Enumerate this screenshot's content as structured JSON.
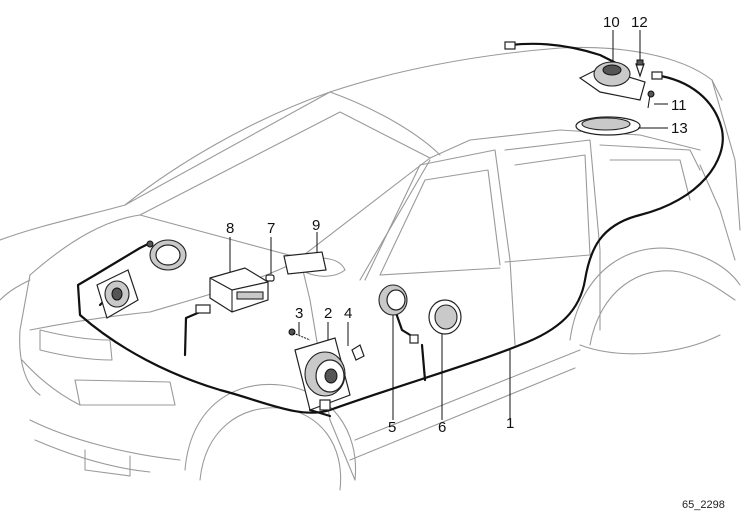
{
  "diagram": {
    "callouts": [
      {
        "id": "1",
        "label": "1"
      },
      {
        "id": "2",
        "label": "2"
      },
      {
        "id": "3",
        "label": "3"
      },
      {
        "id": "4",
        "label": "4"
      },
      {
        "id": "5",
        "label": "5"
      },
      {
        "id": "6",
        "label": "6"
      },
      {
        "id": "7",
        "label": "7"
      },
      {
        "id": "8",
        "label": "8"
      },
      {
        "id": "9",
        "label": "9"
      },
      {
        "id": "10",
        "label": "10"
      },
      {
        "id": "11",
        "label": "11"
      },
      {
        "id": "12",
        "label": "12"
      },
      {
        "id": "13",
        "label": "13"
      }
    ],
    "drawing_code": "65_2298"
  }
}
